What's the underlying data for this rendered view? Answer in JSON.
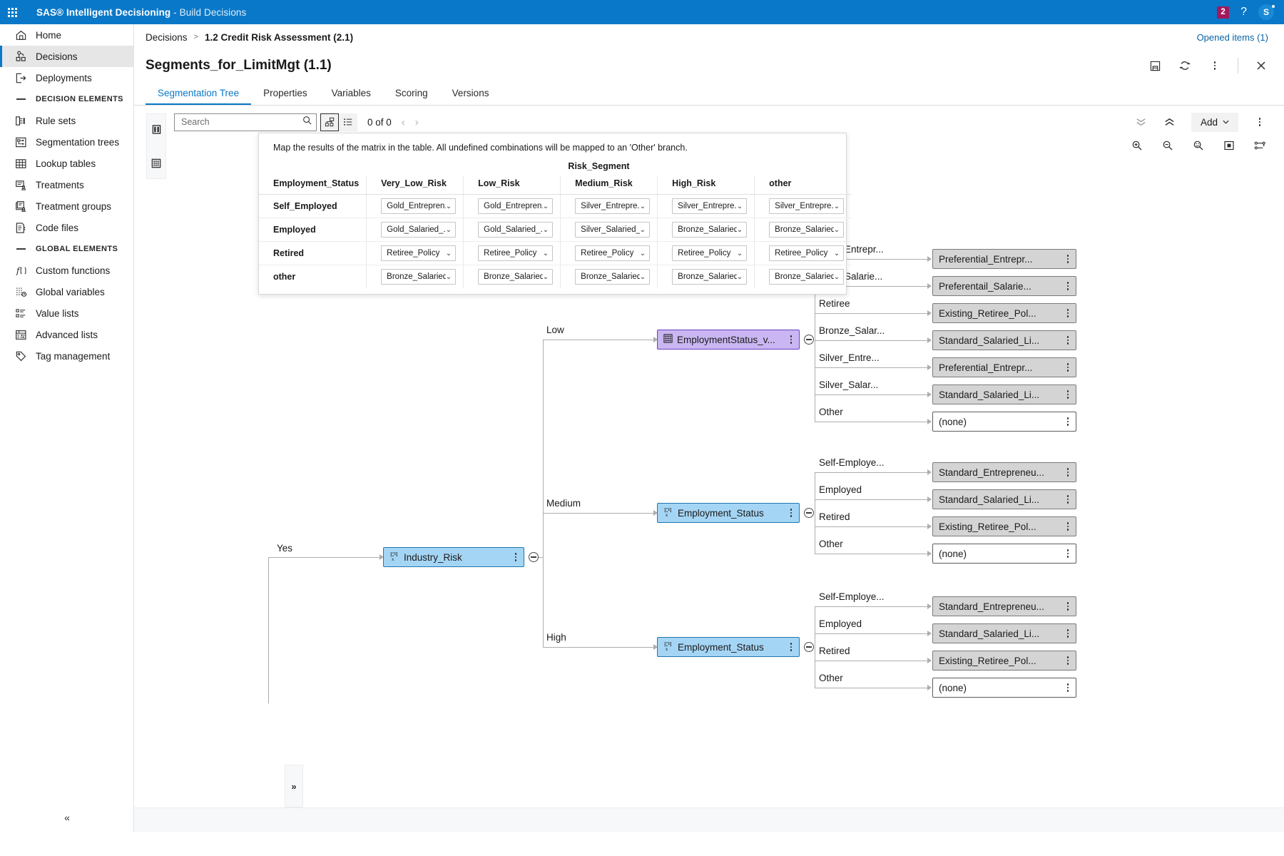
{
  "topbar": {
    "waffle_icon": "app-grid-icon",
    "product": "SAS® Intelligent Decisioning",
    "separator": " - ",
    "module": "Build Decisions",
    "notification_count": "2",
    "help_label": "?",
    "avatar_initial": "S"
  },
  "sidebar": {
    "items": [
      {
        "label": "Home",
        "icon": "home-icon",
        "type": "item",
        "active": false
      },
      {
        "label": "Decisions",
        "icon": "decisions-icon",
        "type": "item",
        "active": true
      },
      {
        "label": "Deployments",
        "icon": "deployments-icon",
        "type": "item",
        "active": false
      },
      {
        "label": "DECISION ELEMENTS",
        "icon": "",
        "type": "section",
        "active": false
      },
      {
        "label": "Rule sets",
        "icon": "rule-sets-icon",
        "type": "item",
        "active": false
      },
      {
        "label": "Segmentation trees",
        "icon": "segmentation-trees-icon",
        "type": "item",
        "active": false
      },
      {
        "label": "Lookup tables",
        "icon": "lookup-tables-icon",
        "type": "item",
        "active": false
      },
      {
        "label": "Treatments",
        "icon": "treatments-icon",
        "type": "item",
        "active": false
      },
      {
        "label": "Treatment groups",
        "icon": "treatment-groups-icon",
        "type": "item",
        "active": false
      },
      {
        "label": "Code files",
        "icon": "code-files-icon",
        "type": "item",
        "active": false
      },
      {
        "label": "GLOBAL ELEMENTS",
        "icon": "",
        "type": "section",
        "active": false
      },
      {
        "label": "Custom functions",
        "icon": "custom-functions-icon",
        "type": "item",
        "active": false
      },
      {
        "label": "Global variables",
        "icon": "global-variables-icon",
        "type": "item",
        "active": false
      },
      {
        "label": "Value lists",
        "icon": "value-lists-icon",
        "type": "item",
        "active": false
      },
      {
        "label": "Advanced lists",
        "icon": "advanced-lists-icon",
        "type": "item",
        "active": false
      },
      {
        "label": "Tag management",
        "icon": "tag-management-icon",
        "type": "item",
        "active": false
      }
    ],
    "collapse_glyph": "«"
  },
  "breadcrumb": {
    "root": "Decisions",
    "separator": ">",
    "current": "1.2 Credit Risk Assessment (2.1)",
    "opened_items": "Opened items (1)"
  },
  "document": {
    "title": "Segments_for_LimitMgt (1.1)",
    "actions": [
      {
        "name": "save-icon",
        "glyph": "save"
      },
      {
        "name": "refresh-icon",
        "glyph": "refresh"
      },
      {
        "name": "more-options-icon",
        "glyph": "kebab"
      },
      {
        "name": "close-icon",
        "glyph": "close"
      }
    ]
  },
  "tabs": [
    {
      "label": "Segmentation Tree",
      "active": true
    },
    {
      "label": "Properties",
      "active": false
    },
    {
      "label": "Variables",
      "active": false
    },
    {
      "label": "Scoring",
      "active": false
    },
    {
      "label": "Versions",
      "active": false
    }
  ],
  "toolbar": {
    "search_placeholder": "Search",
    "search_value": "",
    "search_icon": "search-icon",
    "view_tree_icon": "tree-view-icon",
    "view_list_icon": "list-view-icon",
    "match_count": "0 of 0",
    "prev_glyph": "‹",
    "next_glyph": "›",
    "collapse_all_icon": "collapse-all-icon",
    "expand_all_icon": "expand-all-icon",
    "add_label": "Add",
    "add_chevron": "⌄",
    "more_icon": "more-options-icon",
    "zoom_in_icon": "zoom-in-icon",
    "zoom_out_icon": "zoom-out-icon",
    "zoom_fit_icon": "zoom-fit-icon",
    "fit_page_icon": "fit-page-icon",
    "layout_icon": "layout-icon",
    "mini_split_icon": "split-panel-icon",
    "mini_matrix_icon": "matrix-grid-icon",
    "expand_panel_glyph": "»"
  },
  "matrix": {
    "hint": "Map the results of the matrix in the table. All undefined combinations will be mapped to an 'Other' branch.",
    "group_header": "Risk_Segment",
    "row_header": "Employment_Status",
    "columns": [
      "Very_Low_Risk",
      "Low_Risk",
      "Medium_Risk",
      "High_Risk",
      "other"
    ],
    "rows": [
      {
        "label": "Self_Employed",
        "values": [
          "Gold_Entrepren...",
          "Gold_Entrepren...",
          "Silver_Entrepre...",
          "Silver_Entrepre...",
          "Silver_Entrepre..."
        ]
      },
      {
        "label": "Employed",
        "values": [
          "Gold_Salaried_...",
          "Gold_Salaried_...",
          "Silver_Salaried_...",
          "Bronze_Salaried...",
          "Bronze_Salaried..."
        ]
      },
      {
        "label": "Retired",
        "values": [
          "Retiree_Policy",
          "Retiree_Policy",
          "Retiree_Policy",
          "Retiree_Policy",
          "Retiree_Policy"
        ]
      },
      {
        "label": "other",
        "values": [
          "Bronze_Salaried...",
          "Bronze_Salaried...",
          "Bronze_Salaried...",
          "Bronze_Salaried...",
          "Bronze_Salaried..."
        ]
      }
    ],
    "dropdown_chevron": "⌄"
  },
  "tree": {
    "root": {
      "label": "Industry_Risk",
      "icon": "variable-icon",
      "color": "blue"
    },
    "root_branch_label": "Yes",
    "branches": [
      {
        "label": "Low",
        "node": {
          "label": "EmploymentStatus_v...",
          "icon": "matrix-grid-icon",
          "color": "purple"
        },
        "leaves": [
          {
            "label": "Gold_Entrepr...",
            "value": "Preferential_Entrepr...",
            "color": "gray"
          },
          {
            "label": "Gold_Salarie...",
            "value": "Preferentail_Salarie...",
            "color": "gray"
          },
          {
            "label": "Retiree",
            "value": "Existing_Retiree_Pol...",
            "color": "gray"
          },
          {
            "label": "Bronze_Salar...",
            "value": "Standard_Salaried_Li...",
            "color": "gray"
          },
          {
            "label": "Silver_Entre...",
            "value": "Preferential_Entrepr...",
            "color": "gray"
          },
          {
            "label": "Silver_Salar...",
            "value": "Standard_Salaried_Li...",
            "color": "gray"
          },
          {
            "label": "Other",
            "value": "(none)",
            "color": "white"
          }
        ]
      },
      {
        "label": "Medium",
        "node": {
          "label": "Employment_Status",
          "icon": "variable-icon",
          "color": "blue"
        },
        "leaves": [
          {
            "label": "Self-Employe...",
            "value": "Standard_Entrepreneu...",
            "color": "gray"
          },
          {
            "label": "Employed",
            "value": "Standard_Salaried_Li...",
            "color": "gray"
          },
          {
            "label": "Retired",
            "value": "Existing_Retiree_Pol...",
            "color": "gray"
          },
          {
            "label": "Other",
            "value": "(none)",
            "color": "white"
          }
        ]
      },
      {
        "label": "High",
        "node": {
          "label": "Employment_Status",
          "icon": "variable-icon",
          "color": "blue"
        },
        "leaves": [
          {
            "label": "Self-Employe...",
            "value": "Standard_Entrepreneu...",
            "color": "gray"
          },
          {
            "label": "Employed",
            "value": "Standard_Salaried_Li...",
            "color": "gray"
          },
          {
            "label": "Retired",
            "value": "Existing_Retiree_Pol...",
            "color": "gray"
          },
          {
            "label": "Other",
            "value": "(none)",
            "color": "white"
          }
        ]
      }
    ]
  },
  "colors": {
    "brand_blue": "#0a78c8",
    "node_blue": "#a5d5f5",
    "node_purple": "#c9b6f2",
    "node_gray": "#d4d4d4",
    "badge_red": "#a3185c",
    "link_blue": "#0a64a5"
  }
}
